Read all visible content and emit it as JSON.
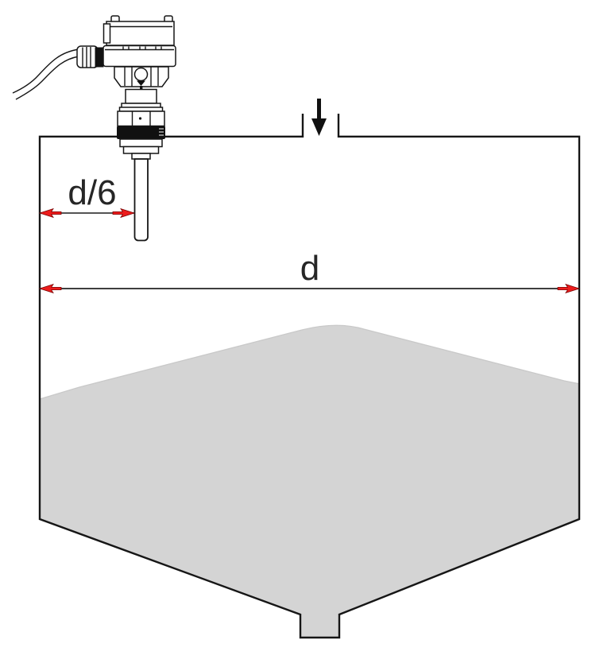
{
  "diagram": {
    "name": "silo-level-sensor-mounting-diagram",
    "description": "Rotary paddle / probe level sensor mounted through silo roof at distance d/6 from the wall; silo of diameter d with conical hopper bottom filled with bulk material",
    "labels": {
      "probe_offset": "d/6",
      "tank_diameter": "d"
    },
    "colors": {
      "background": "#ffffff",
      "outline": "#161616",
      "material_fill": "#d4d4d4",
      "material_edge": "#c9c9c9",
      "dimension_line": "#3c3c3c",
      "arrow_red": "#ed1c1c",
      "arrow_red_outline": "#7d0606"
    }
  }
}
